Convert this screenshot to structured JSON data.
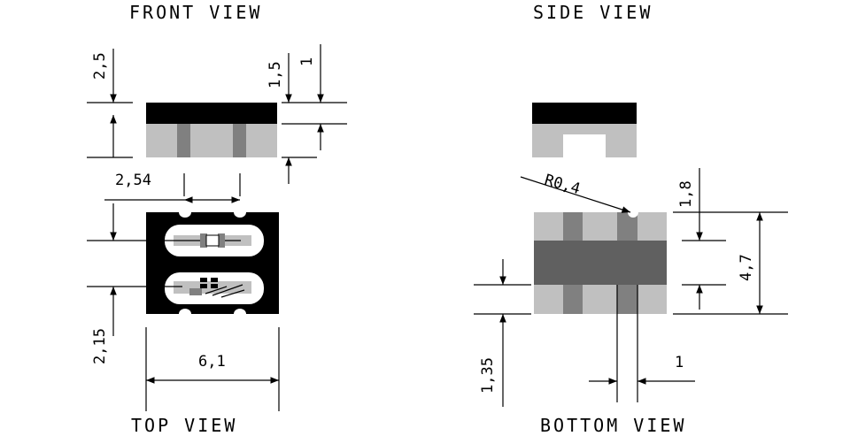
{
  "views": {
    "front": "FRONT VIEW",
    "side": "SIDE VIEW",
    "top": "TOP VIEW",
    "bottom": "BOTTOM VIEW"
  },
  "dimensions": {
    "front_height": "2,5",
    "front_top_layer": "1,5",
    "front_offset": "1",
    "pitch": "2,54",
    "top_pad_spacing": "2,15",
    "width": "6,1",
    "radius": "R0,4",
    "side_pad": "1,8",
    "total_height": "4,7",
    "bottom_pad": "1,35",
    "pad_width": "1"
  },
  "colors": {
    "black": "#000000",
    "light_gray": "#c0c0c0",
    "dark_gray": "#808080"
  }
}
